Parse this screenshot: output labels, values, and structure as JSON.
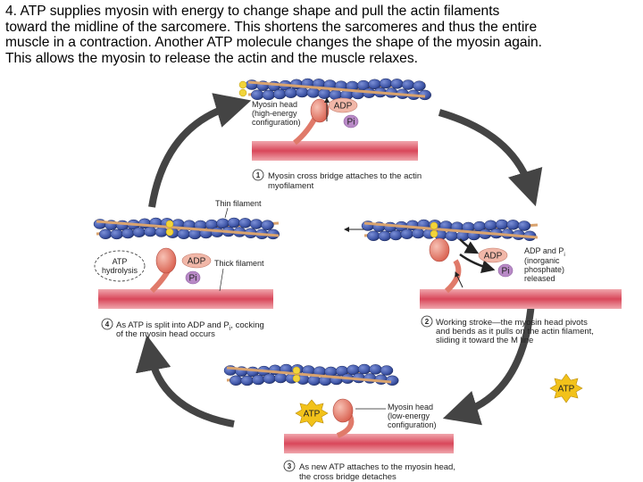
{
  "caption": {
    "lines": [
      "4. ATP supplies myosin with energy to change shape and pull the actin filaments",
      "toward the midline of the sarcomere. This shortens the sarcomeres and thus the entire",
      "muscle in a contraction. Another ATP molecule changes the shape of the myosin again.",
      "This allows the myosin to release the actin and the muscle relaxes."
    ]
  },
  "diagram": {
    "panel1": {
      "label_head": [
        "Myosin head",
        "(high-energy",
        "configuration)"
      ],
      "adp": "ADP",
      "pi": "Pi",
      "step_number": "1",
      "step_text": [
        "Myosin cross bridge attaches to the actin",
        "myofilament"
      ]
    },
    "panel2": {
      "adp": "ADP",
      "pi": "Pi",
      "label_release": [
        "ADP and P",
        "i",
        "(inorganic",
        "phosphate)",
        "released"
      ],
      "step_number": "2",
      "step_text": [
        "Working stroke—the myosin head pivots",
        "and bends as it pulls on the actin filament,",
        "sliding it toward the M line"
      ]
    },
    "panel3": {
      "atp_in": "ATP",
      "atp_bound": "ATP",
      "label_head": [
        "Myosin head",
        "(low-energy",
        "configuration)"
      ],
      "step_number": "3",
      "step_text": [
        "As new ATP attaches to the myosin head,",
        "the cross bridge detaches"
      ]
    },
    "panel4": {
      "label_thin": "Thin filament",
      "label_thick": "Thick filament",
      "hydrolysis": [
        "ATP",
        "hydrolysis"
      ],
      "adp": "ADP",
      "pi": "Pi",
      "step_number": "4",
      "step_text": [
        "As ATP is split into ADP and P",
        "i",
        ", cocking",
        "of the myosin head occurs"
      ]
    },
    "colors": {
      "actin_bead": "#3f56a8",
      "tropomyosin": "#d9a36e",
      "troponin": "#f2d43a",
      "myosin": "#e07a6a",
      "thick_filament": "#d9475a",
      "cycle_arrow": "#444444",
      "atp_star": "#f2c21a",
      "adp_oval": "#f1b7a8",
      "pi_oval": "#b98ac7"
    }
  }
}
